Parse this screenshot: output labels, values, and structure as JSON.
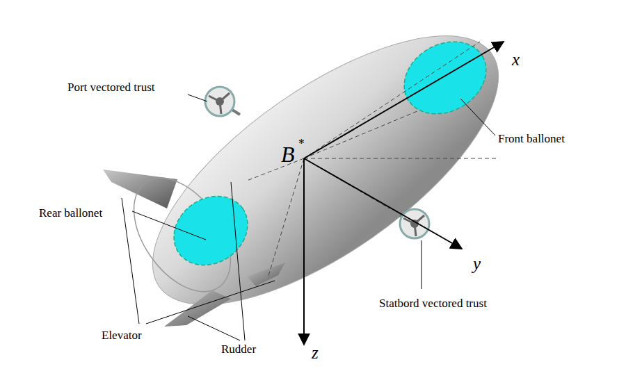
{
  "diagram": {
    "labels": [
      "Port vectored trust",
      "Front ballonet",
      "Rear ballonet",
      "Statbord vectored trust",
      "Elevator",
      "Rudder",
      "x",
      "y",
      "z",
      "B",
      "*"
    ]
  }
}
